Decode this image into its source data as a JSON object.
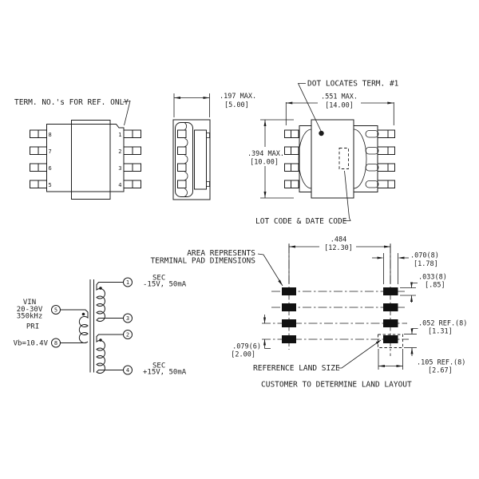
{
  "colors": {
    "line": "#1c1c1c",
    "background": "#ffffff",
    "pad_fill": "#111111"
  },
  "front_view": {
    "note": "TERM. NO.'s FOR REF. ONLY",
    "pins_left": [
      "8",
      "7",
      "6",
      "5"
    ],
    "pins_right": [
      "1",
      "2",
      "3",
      "4"
    ]
  },
  "side_view": {
    "dim_width": {
      "in": ".197 MAX.",
      "mm": "[5.00]"
    }
  },
  "top_view": {
    "dot_note": "DOT LOCATES TERM. #1",
    "lot_note": "LOT CODE & DATE CODE",
    "dim_width": {
      "in": ".551 MAX.",
      "mm": "[14.00]"
    },
    "dim_height": {
      "in": ".394 MAX.",
      "mm": "[10.00]"
    }
  },
  "schematic": {
    "primary_labels": [
      "VIN",
      "20-30V",
      "350kHz"
    ],
    "pri_label": "PRI",
    "vb_label": "Vb=10.4V",
    "secondary_top": [
      "SEC",
      "-15V, 50mA"
    ],
    "secondary_bottom": [
      "SEC",
      "+15V, 50mA"
    ],
    "terminals": {
      "t5": "5",
      "t8": "8",
      "t1": "1",
      "t3": "3",
      "t2": "2",
      "t4": "4"
    }
  },
  "land_pattern": {
    "area_note_line1": "AREA REPRESENTS",
    "area_note_line2": "TERMINAL PAD DIMENSIONS",
    "reference_note": "REFERENCE LAND SIZE",
    "customer_note": "CUSTOMER TO DETERMINE LAND LAYOUT",
    "dim_span": {
      "in": ".484",
      "mm": "[12.30]"
    },
    "dim_pad_width": {
      "in": ".070(8)",
      "mm": "[1.78]"
    },
    "dim_pad_height": {
      "in": ".033(8)",
      "mm": "[.85]"
    },
    "dim_land_height": {
      "in": ".052 REF.(8)",
      "mm": "[1.31]"
    },
    "dim_pitch": {
      "in": ".079(6)",
      "mm": "[2.00]"
    },
    "dim_land_width": {
      "in": ".105 REF.(8)",
      "mm": "[2.67]"
    }
  }
}
